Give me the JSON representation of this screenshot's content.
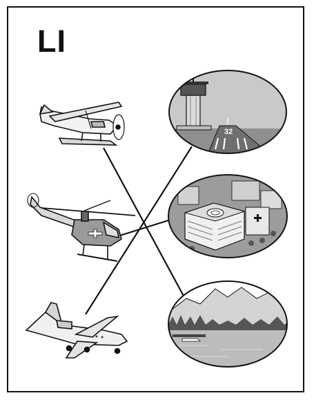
{
  "page": {
    "label": "LI"
  },
  "items_left": [
    {
      "id": "floatplane",
      "icon": "seaplane-icon"
    },
    {
      "id": "helicopter",
      "icon": "helicopter-icon"
    },
    {
      "id": "jet",
      "icon": "business-jet-icon"
    }
  ],
  "items_right": [
    {
      "id": "airport",
      "icon": "airport-runway-icon",
      "runway_number": "32"
    },
    {
      "id": "hospital",
      "icon": "hospital-helipad-icon"
    },
    {
      "id": "lake",
      "icon": "mountain-lake-icon"
    }
  ],
  "connections": [
    {
      "from": "floatplane",
      "to": "lake"
    },
    {
      "from": "helicopter",
      "to": "hospital"
    },
    {
      "from": "jet",
      "to": "airport"
    }
  ],
  "colors": {
    "stroke": "#111111",
    "sky": "#c9c9c9",
    "ground": "#8a8a8a"
  }
}
